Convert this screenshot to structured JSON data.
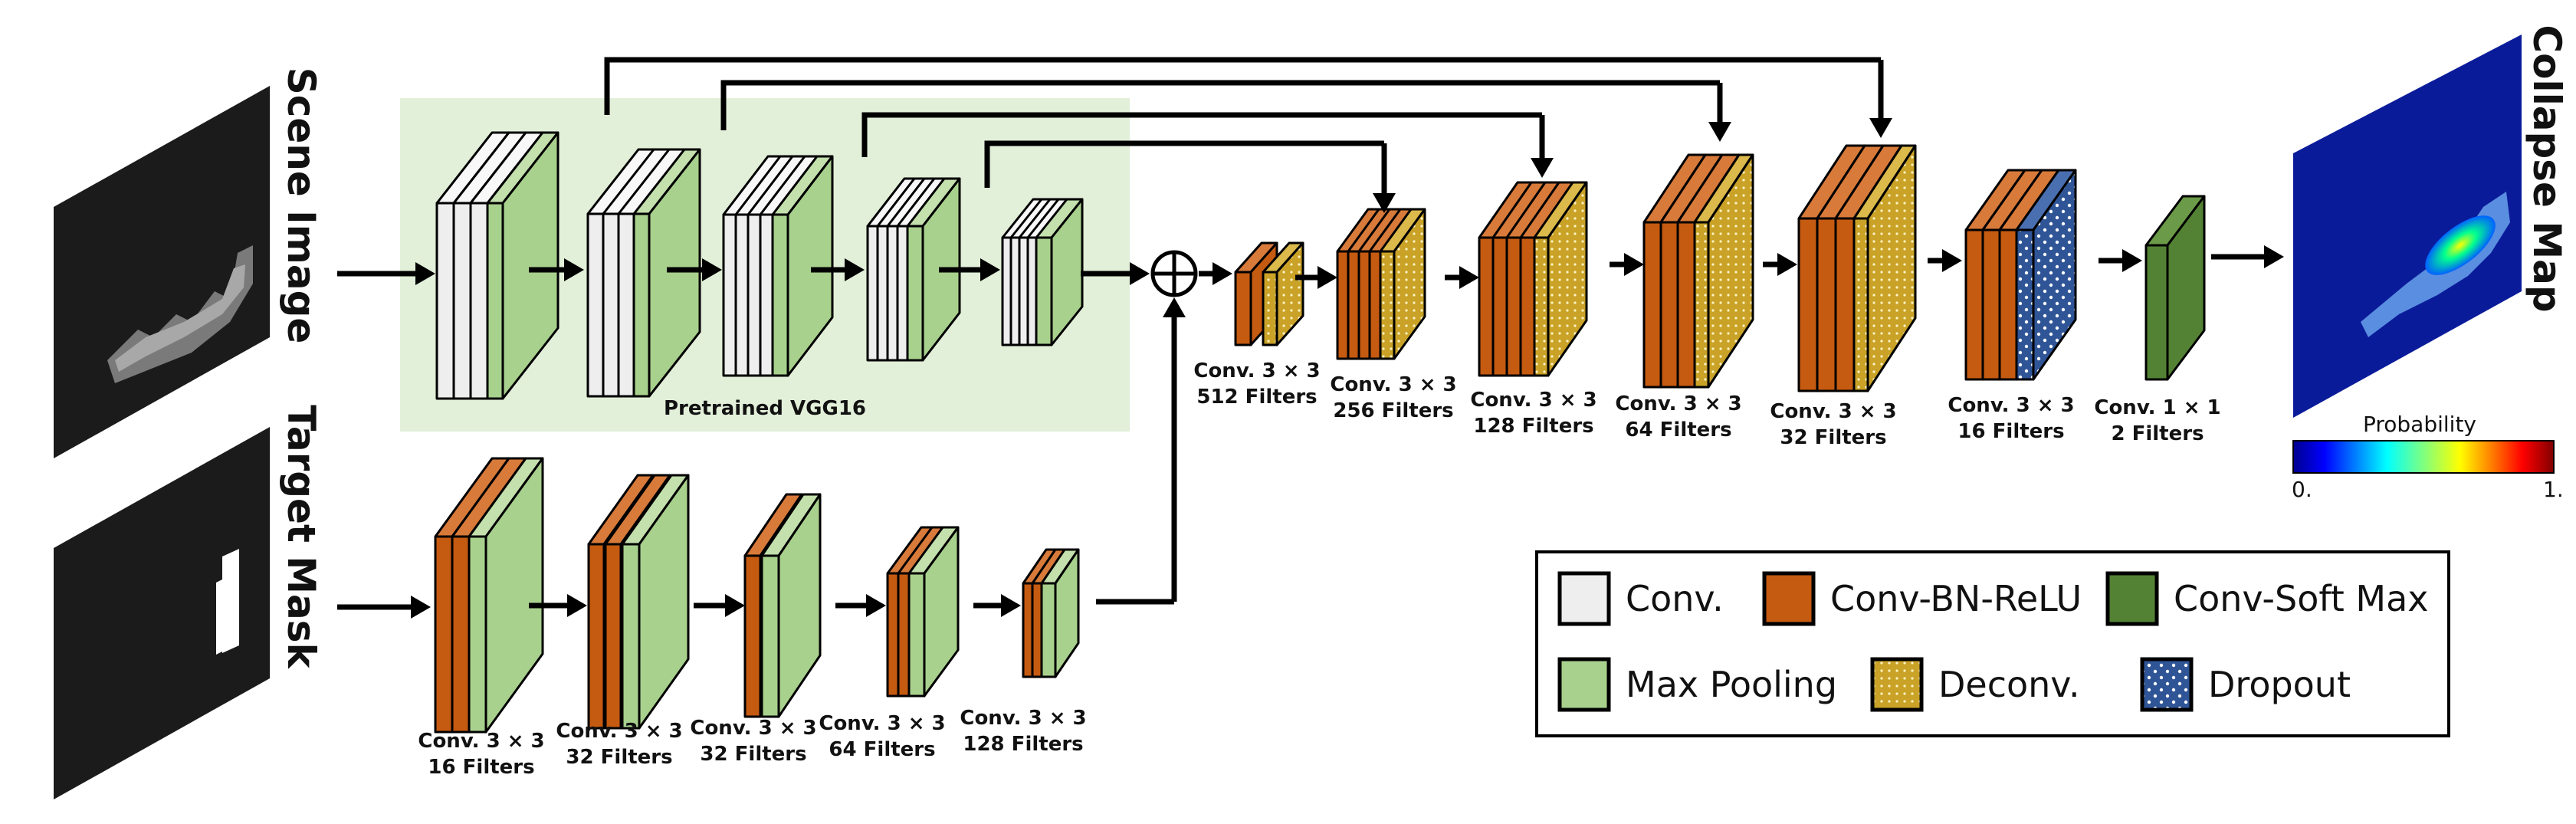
{
  "side_labels": {
    "scene": "Scene Image",
    "mask": "Target Mask",
    "output": "Collapse Map"
  },
  "vgg_label": "Pretrained VGG16",
  "bottom_stages": [
    {
      "l1": "Conv. 3 × 3",
      "l2": "16 Filters"
    },
    {
      "l1": "Conv. 3 × 3",
      "l2": "32 Filters"
    },
    {
      "l1": "Conv. 3 × 3",
      "l2": "32 Filters"
    },
    {
      "l1": "Conv. 3 × 3",
      "l2": "64 Filters"
    },
    {
      "l1": "Conv. 3 × 3",
      "l2": "128 Filters"
    }
  ],
  "decoder_stages": [
    {
      "l1": "Conv. 3 × 3",
      "l2": "512 Filters"
    },
    {
      "l1": "Conv. 3 × 3",
      "l2": "256 Filters"
    },
    {
      "l1": "Conv. 3 × 3",
      "l2": "128 Filters"
    },
    {
      "l1": "Conv. 3 × 3",
      "l2": "64 Filters"
    },
    {
      "l1": "Conv. 3 × 3",
      "l2": "32 Filters"
    },
    {
      "l1": "Conv. 3 × 3",
      "l2": "16 Filters"
    },
    {
      "l1": "Conv. 1 × 1",
      "l2": "2 Filters"
    }
  ],
  "colorbar": {
    "title": "Probability",
    "min": "0.",
    "max": "1."
  },
  "legend": [
    {
      "label": "Conv.",
      "kind": "conv"
    },
    {
      "label": "Conv-BN-ReLU",
      "kind": "cbr"
    },
    {
      "label": "Conv-Soft Max",
      "kind": "softmax"
    },
    {
      "label": "Max Pooling",
      "kind": "pool"
    },
    {
      "label": "Deconv.",
      "kind": "deconv"
    },
    {
      "label": "Dropout",
      "kind": "dropout"
    }
  ],
  "colors": {
    "conv": "#eeeeee",
    "cbr": "#c55a11",
    "softmax": "#548235",
    "pool": "#a9d18e",
    "deconv": "#c9a227",
    "dropout": "#2f5597",
    "vgg_bg": "#e2efd9"
  }
}
